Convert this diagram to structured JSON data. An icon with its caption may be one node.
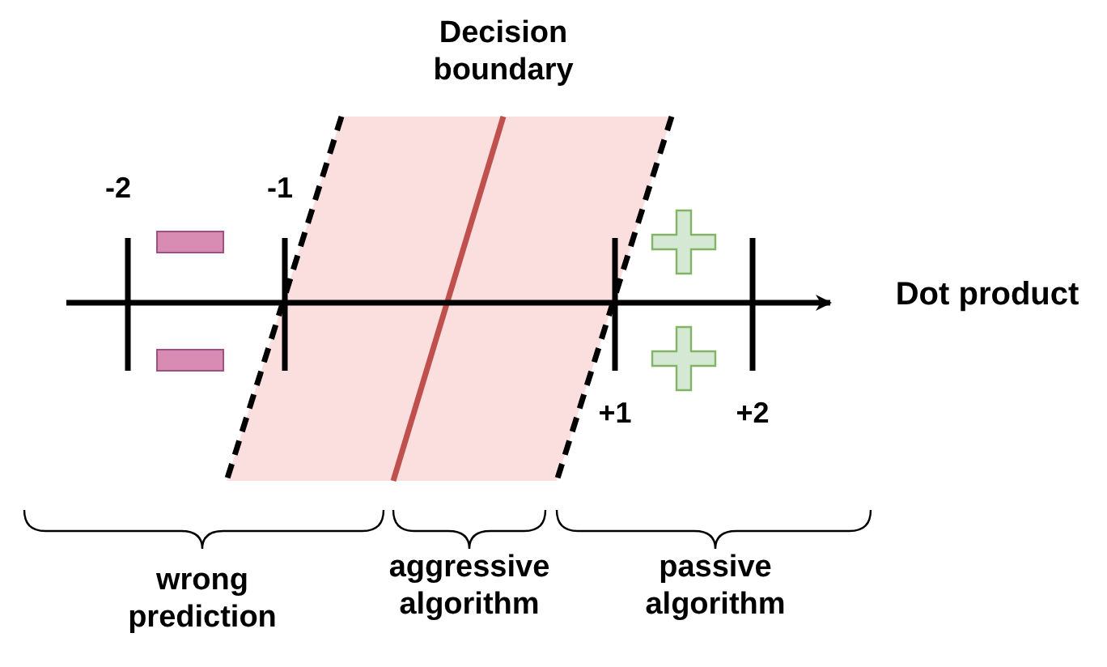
{
  "diagram": {
    "labels": [
      "Decision boundary",
      "-2",
      "-1",
      "Dot product",
      "+1",
      "+2",
      "wrong prediction",
      "aggressive algorithm",
      "passive algorithm"
    ]
  }
}
